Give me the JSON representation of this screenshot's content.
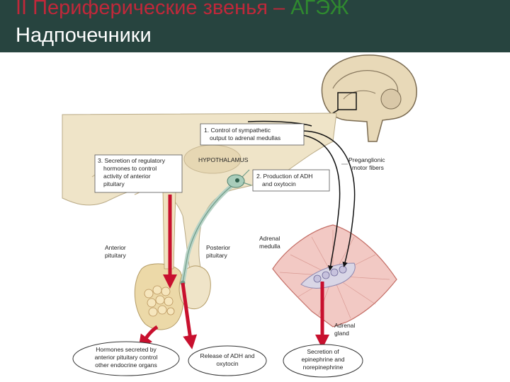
{
  "slide": {
    "title_line1_red": "II  Периферические звенья – ",
    "title_line1_green": "АГЭЖ",
    "title_line2": "Надпочечники"
  },
  "diagram": {
    "label1_line1": "1. Control of sympathetic",
    "label1_line2": "output to adrenal medullas",
    "label2_line1": "2. Production of ADH",
    "label2_line2": "and oxytocin",
    "label3_line1": "3. Secretion of regulatory",
    "label3_line2": "hormones to control",
    "label3_line3": "activity of anterior",
    "label3_line4": "pituitary",
    "hypothalamus": "HYPOTHALAMUS",
    "preganglionic_line1": "Preganglionic",
    "preganglionic_line2": "motor fibers",
    "anterior_line1": "Anterior",
    "anterior_line2": "pituitary",
    "posterior_line1": "Posterior",
    "posterior_line2": "pituitary",
    "adrenal_medulla_line1": "Adrenal",
    "adrenal_medulla_line2": "medulla",
    "adrenal_gland_line1": "Adrenal",
    "adrenal_gland_line2": "gland",
    "out1_line1": "Hormones secreted by",
    "out1_line2": "anterior pituitary control",
    "out1_line3": "other endocrine organs",
    "out2_line1": "Release of ADH and",
    "out2_line2": "oxytocin",
    "out3_line1": "Secretion of",
    "out3_line2": "epinephrine and",
    "out3_line3": "norepinephrine"
  },
  "colors": {
    "header_bg": "#27443f",
    "title_red": "#c0283a",
    "title_green": "#2f8a2f",
    "arrow_red": "#c8102e",
    "tissue": "#efe4c8",
    "adrenal_pink": "#f2c9c4"
  }
}
